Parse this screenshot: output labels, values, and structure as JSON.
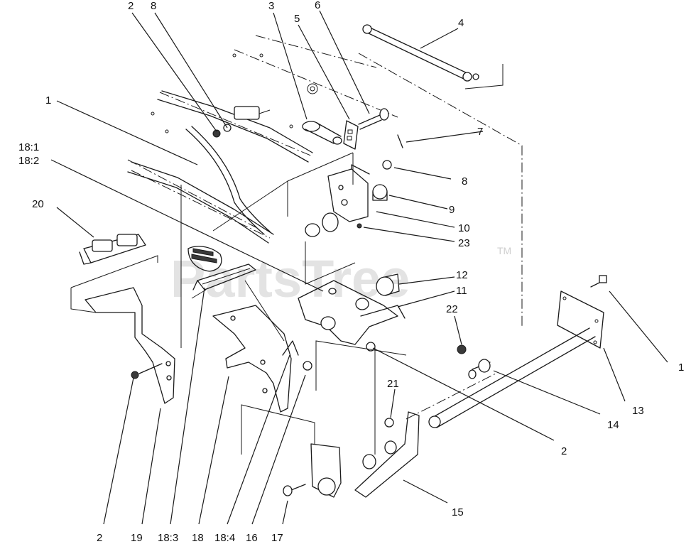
{
  "diagram": {
    "watermark": "PartsTree",
    "watermark_mark": "TM",
    "callouts": [
      {
        "id": "c-2-top",
        "text": "2"
      },
      {
        "id": "c-8-top",
        "text": "8"
      },
      {
        "id": "c-3",
        "text": "3"
      },
      {
        "id": "c-5",
        "text": "5"
      },
      {
        "id": "c-6",
        "text": "6"
      },
      {
        "id": "c-4",
        "text": "4"
      },
      {
        "id": "c-1-left",
        "text": "1"
      },
      {
        "id": "c-7",
        "text": "7"
      },
      {
        "id": "c-8-right",
        "text": "8"
      },
      {
        "id": "c-18-1",
        "text": "18:1"
      },
      {
        "id": "c-18-2",
        "text": "18:2"
      },
      {
        "id": "c-9",
        "text": "9"
      },
      {
        "id": "c-20",
        "text": "20"
      },
      {
        "id": "c-10",
        "text": "10"
      },
      {
        "id": "c-23",
        "text": "23"
      },
      {
        "id": "c-12",
        "text": "12"
      },
      {
        "id": "c-11",
        "text": "11"
      },
      {
        "id": "c-22",
        "text": "22"
      },
      {
        "id": "c-1-right",
        "text": "1"
      },
      {
        "id": "c-21",
        "text": "21"
      },
      {
        "id": "c-13",
        "text": "13"
      },
      {
        "id": "c-14",
        "text": "14"
      },
      {
        "id": "c-2-mid",
        "text": "2"
      },
      {
        "id": "c-15",
        "text": "15"
      },
      {
        "id": "c-2-bottom",
        "text": "2"
      },
      {
        "id": "c-19",
        "text": "19"
      },
      {
        "id": "c-18-3",
        "text": "18:3"
      },
      {
        "id": "c-18",
        "text": "18"
      },
      {
        "id": "c-18-4",
        "text": "18:4"
      },
      {
        "id": "c-16",
        "text": "16"
      },
      {
        "id": "c-17",
        "text": "17"
      }
    ]
  }
}
